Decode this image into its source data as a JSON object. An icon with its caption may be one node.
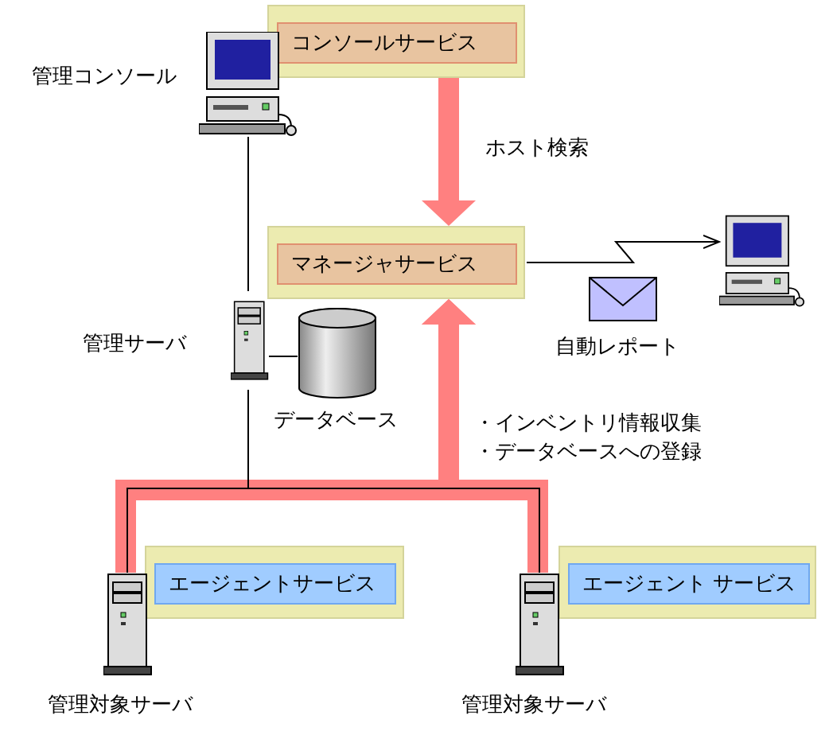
{
  "diagram": {
    "nodes": [
      {
        "text": [],
        "shape": "box"
      },
      {
        "text": [
          "コンソールサービス"
        ],
        "in": 0
      },
      {
        "text": [],
        "shape": "picture",
        "beside": [
          "管理コンソール"
        ]
      },
      {
        "text": [],
        "shape": "box"
      },
      {
        "text": [
          "マネージャサービス"
        ],
        "in": 3
      },
      {
        "text": [],
        "shape": "picture",
        "beside": [
          "管理サーバ"
        ]
      },
      {
        "text": [],
        "shape": "cylinder",
        "beside": [
          "データベース"
        ]
      },
      {
        "text": [],
        "shape": "picture"
      },
      {
        "text": [],
        "shape": "box"
      },
      {
        "text": [
          "エージェントサービス"
        ],
        "in": 8
      },
      {
        "text": [],
        "shape": "picture",
        "beside": [
          "管理対象サーバ"
        ]
      },
      {
        "text": [],
        "shape": "box"
      },
      {
        "text": [
          "エージェント サービス"
        ],
        "in": 11
      },
      {
        "text": [],
        "shape": "picture",
        "beside": [
          "管理対象サーバ"
        ]
      }
    ],
    "edges": [
      {
        "from": 0,
        "to": 3,
        "arrow": "to",
        "label": "ホスト検索",
        "style": "thick",
        "color": "#ff8080"
      },
      {
        "from": 10,
        "to": 3,
        "arrow": "to",
        "label": "・インベントリ情報収集・データベースへの登録",
        "style": "thick",
        "color": "#ff8080"
      },
      {
        "from": 13,
        "to": 3,
        "arrow": "to",
        "style": "thick",
        "color": "#ff8080"
      },
      {
        "from": 2,
        "to": 5,
        "arrow": "none"
      },
      {
        "from": 5,
        "to": 6,
        "arrow": "none"
      },
      {
        "from": 5,
        "to": 10,
        "arrow": "none"
      },
      {
        "from": 5,
        "to": 13,
        "arrow": "none"
      },
      {
        "from": 3,
        "to": 7,
        "arrow": "to",
        "label": "自動レポート"
      }
    ]
  }
}
